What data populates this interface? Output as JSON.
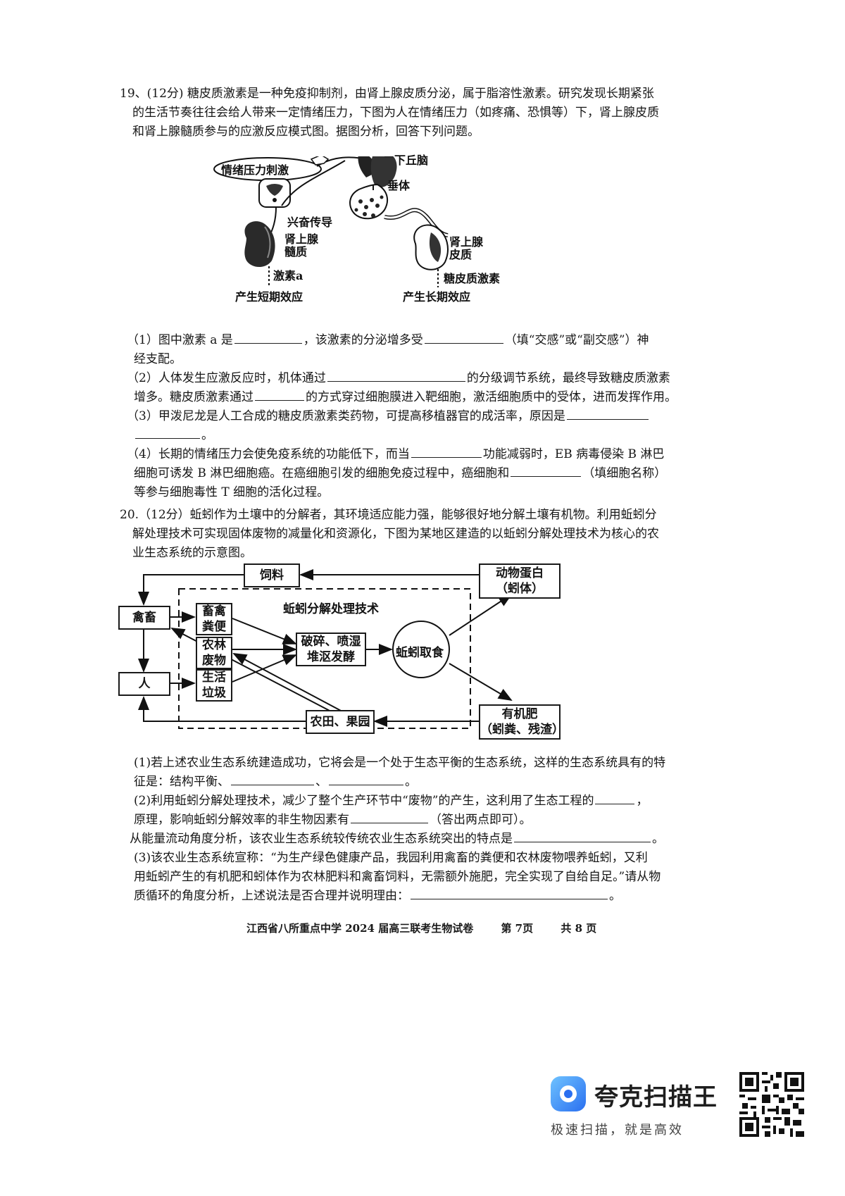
{
  "q19": {
    "intro": [
      "19、(12分) 糖皮质激素是一种免疫抑制剂，由肾上腺皮质分泌，属于脂溶性激素。研究发现长期紧张",
      "的生活节奏往往会给人带来一定情绪压力，下图为人在情绪压力（如疼痛、恐惧等）下，肾上腺皮质",
      "和肾上腺髓质参与的应激反应模式图。据图分析，回答下列问题。"
    ],
    "figure": {
      "stimulus": "情绪压力刺激",
      "hypothalamus": "下丘脑",
      "pituitary": "垂体",
      "conduction": "兴奋传导",
      "medulla_1": "肾上腺",
      "medulla_2": "髓质",
      "cortex_1": "肾上腺",
      "cortex_2": "皮质",
      "hormone_a": "激素a",
      "glucocorticoid": "糖皮质激素",
      "short_effect": "产生短期效应",
      "long_effect": "产生长期效应"
    },
    "q1": {
      "a": "（1）图中激素 a 是",
      "b": "，该激素的分泌增多受",
      "c": "（填“交感”或“副交感”）神",
      "d": "经支配。"
    },
    "q2": {
      "a": "（2）人体发生应激反应时，机体通过",
      "b": "的分级调节系统，最终导致糖皮质激素",
      "c": "增多。糖皮质激素通过",
      "d": "的方式穿过细胞膜进入靶细胞，激活细胞质中的受体，进而发挥作用。"
    },
    "q3": {
      "a": "（3）甲泼尼龙是人工合成的糖皮质激素类药物，可提高移植器官的成活率，原因是",
      "b": "。"
    },
    "q4": {
      "a": "（4）长期的情绪压力会使免疫系统的功能低下，而当",
      "b": "功能减弱时，EB 病毒侵染 B 淋巴",
      "c": "细胞可诱发 B 淋巴细胞癌。在癌细胞引发的细胞免疫过程中，癌细胞和",
      "d": "（填细胞名称）",
      "e": "等参与细胞毒性 T 细胞的活化过程。"
    }
  },
  "q20": {
    "intro": [
      "20.（12分）蚯蚓作为土壤中的分解者，其环境适应能力强，能够很好地分解土壤有机物。利用蚯蚓分",
      "解处理技术可实现固体废物的减量化和资源化，下图为某地区建造的以蚯蚓分解处理技术为核心的农",
      "业生态系统的示意图。"
    ],
    "figure": {
      "feed": "饲料",
      "animal_protein_1": "动物蛋白",
      "animal_protein_2": "（蚓体）",
      "tech_title": "蚯蚓分解处理技术",
      "livestock": "禽畜",
      "manure_1": "畜禽",
      "manure_2": "粪便",
      "forest_waste_1": "农林",
      "forest_waste_2": "废物",
      "garbage_1": "生活",
      "garbage_2": "垃圾",
      "process_1": "破碎、喷湿",
      "process_2": "堆沤发酵",
      "earthworm": "蚯蚓取食",
      "human": "人",
      "fertilizer_1": "有机肥",
      "fertilizer_2": "（蚓粪、残渣）",
      "fields": "农田、果园"
    },
    "q1": {
      "a": "(1)若上述农业生态系统建造成功，它将会是一个处于生态平衡的生态系统，这样的生态系统具有的特",
      "b": "征是：结构平衡、",
      "c": "、",
      "d": "。"
    },
    "q2": {
      "a": "(2)利用蚯蚓分解处理技术，减少了整个生产环节中“废物”的产生，这利用了生态工程的",
      "b": "，",
      "c": "原理，影响蚯蚓分解效率的非生物因素有",
      "d": "（答出两点即可）。",
      "e": "从能量流动角度分析，该农业生态系统较传统农业生态系统突出的特点是",
      "f": "。"
    },
    "q3": {
      "a": "(3)该农业生态系统宣称：“为生产绿色健康产品，我园利用禽畜的粪便和农林废物喂养蚯蚓，又利",
      "b": "用蚯蚓产生的有机肥和蚓体作为农林肥料和禽畜饲料，无需额外施肥，完全实现了自给自足。”请从物",
      "c": "质循环的角度分析，上述说法是否合理并说明理由：",
      "d": "。"
    }
  },
  "footer": {
    "title": "江西省八所重点中学 2024 届高三联考生物试卷",
    "page": "第 7页",
    "total": "共 8 页"
  },
  "watermark": {
    "name": "夸克扫描王",
    "slogan": "极速扫描，就是高效"
  }
}
